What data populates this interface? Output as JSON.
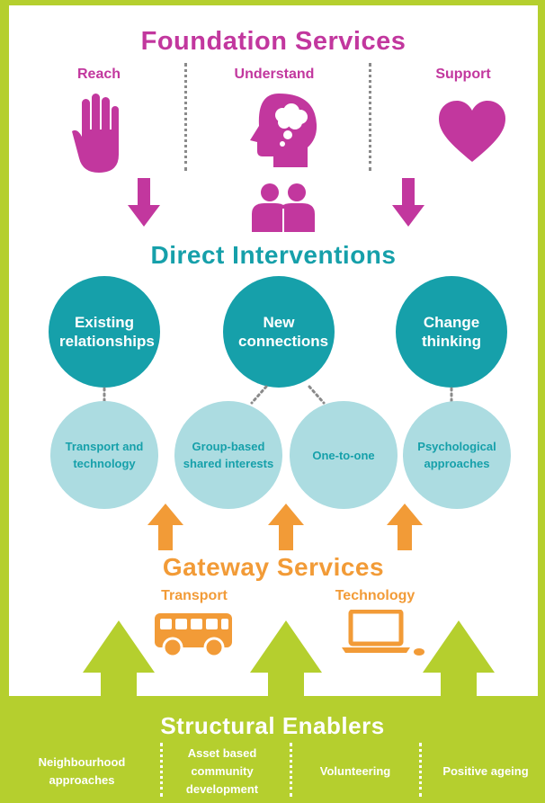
{
  "foundation": {
    "title": "Foundation Services",
    "reach_label": "Reach",
    "understand_label": "Understand",
    "support_label": "Support"
  },
  "direct": {
    "title": "Direct Interventions",
    "circles": [
      "Existing relationships",
      "New connections",
      "Change thinking"
    ],
    "subcircles": [
      "Transport and technology",
      "Group-based shared interests",
      "One-to-one",
      "Psychological approaches"
    ]
  },
  "gateway": {
    "title": "Gateway Services",
    "transport_label": "Transport",
    "technology_label": "Technology"
  },
  "structural": {
    "title": "Structural Enablers",
    "items": [
      "Neighbourhood approaches",
      "Asset based community development",
      "Volunteering",
      "Positive ageing"
    ]
  },
  "colors": {
    "pink": "#c2379e",
    "teal": "#16a0aa",
    "light_teal": "#acdce1",
    "orange": "#f29b37",
    "green": "#b5cf2e"
  },
  "icons": [
    "hand-icon",
    "head-thought-icon",
    "heart-icon",
    "people-icon",
    "bus-icon",
    "laptop-icon"
  ]
}
